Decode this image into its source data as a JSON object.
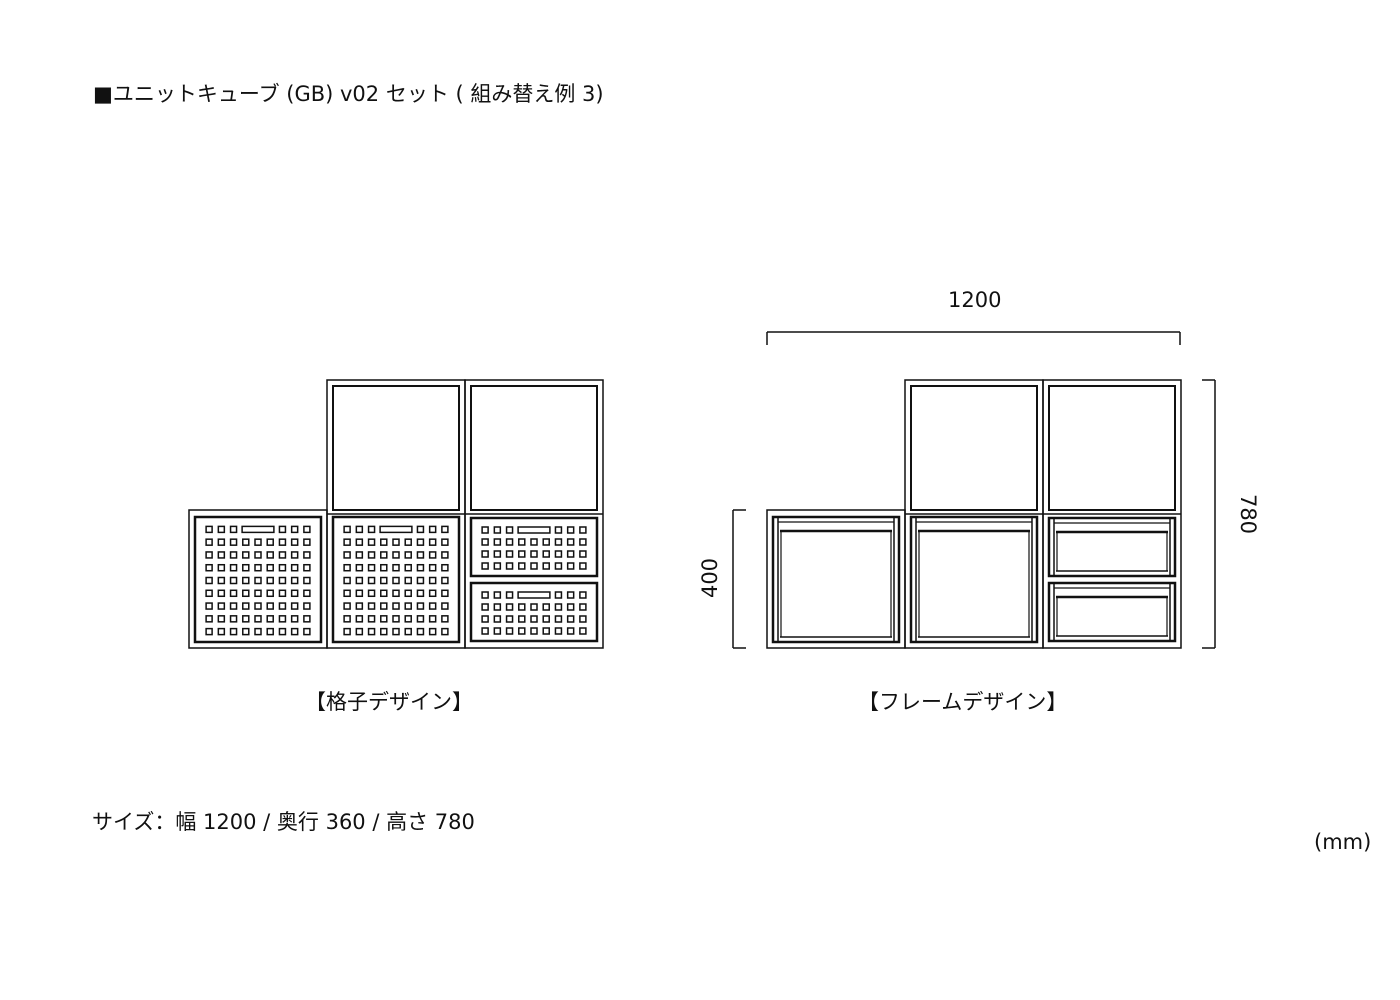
{
  "title": "■ユニットキューブ (GB) v02 セット ( 組み替え例 3)",
  "captions": {
    "lattice": "【格子デザイン】",
    "frame": "【フレームデザイン】"
  },
  "size_text": "サイズ：幅 1200 / 奥行 360 / 高さ 780",
  "unit": "(mm)",
  "dimensions": {
    "width": "1200",
    "low_height": "400",
    "total_height": "780"
  },
  "colors": {
    "line": "#111111"
  }
}
